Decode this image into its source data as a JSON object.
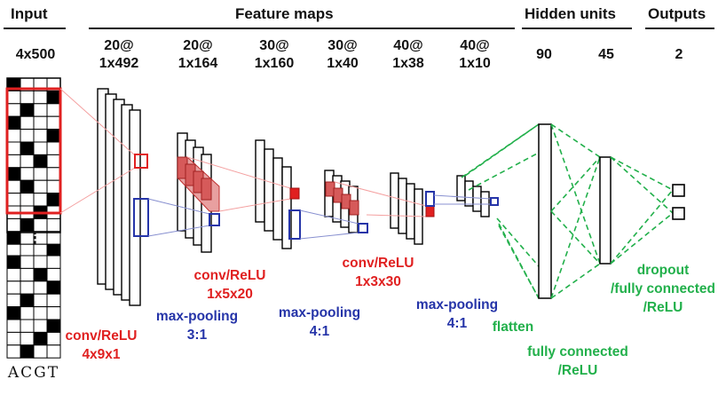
{
  "headers": {
    "input": "Input",
    "feature_maps": "Feature maps",
    "hidden_units": "Hidden units",
    "outputs": "Outputs"
  },
  "dims": {
    "input": "4x500",
    "fm1": [
      "20@",
      "1x492"
    ],
    "fm2": [
      "20@",
      "1x164"
    ],
    "fm3": [
      "30@",
      "1x160"
    ],
    "fm4": [
      "30@",
      "1x40"
    ],
    "fm5": [
      "40@",
      "1x38"
    ],
    "fm6": [
      "40@",
      "1x10"
    ],
    "hidden1": "90",
    "hidden2": "45",
    "outputs": "2"
  },
  "labels": {
    "conv1": [
      "conv/ReLU",
      "4x9x1"
    ],
    "pool1": [
      "max-pooling",
      "3:1"
    ],
    "conv2": [
      "conv/ReLU",
      "1x5x20"
    ],
    "pool2": [
      "max-pooling",
      "4:1"
    ],
    "conv3": [
      "conv/ReLU",
      "1x3x30"
    ],
    "pool3": [
      "max-pooling",
      "4:1"
    ],
    "flatten": "flatten",
    "fc1": [
      "fully connected",
      "/ReLU"
    ],
    "fc2": [
      "dropout",
      "/fully connected",
      "/ReLU"
    ]
  },
  "input_ellipsis": "⋮",
  "acgt": "ACGT",
  "colors": {
    "conv": "#e02020",
    "pool": "#2534a8",
    "dense": "#22b04b",
    "highlight_fill": "#e8a0a0"
  }
}
